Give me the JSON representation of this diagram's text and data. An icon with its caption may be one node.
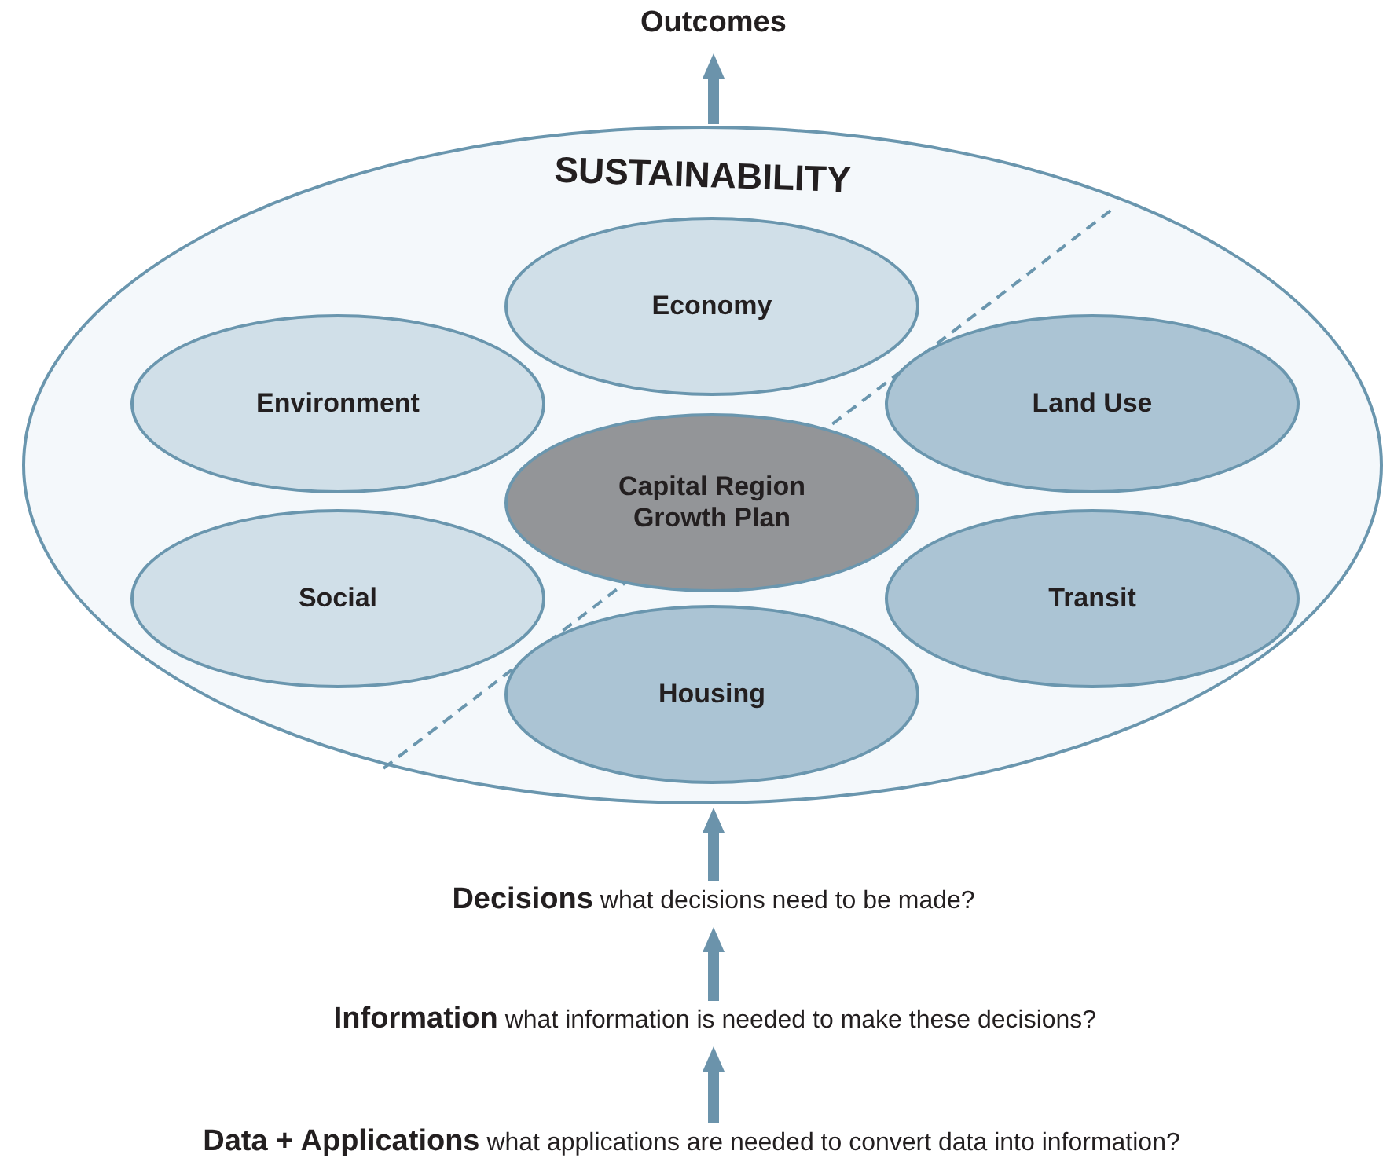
{
  "diagram": {
    "nodes": [
      {
        "text": [
          "Outcomes"
        ]
      },
      {
        "text": [
          "SUSTAINABILITY"
        ]
      },
      {
        "text": [
          "Economy"
        ],
        "in": 1
      },
      {
        "text": [
          "Environment"
        ],
        "in": 1
      },
      {
        "text": [
          "Land Use"
        ],
        "in": 1
      },
      {
        "text": [
          "Capital Region Growth Plan"
        ],
        "in": 1
      },
      {
        "text": [
          "Social"
        ],
        "in": 1
      },
      {
        "text": [
          "Transit"
        ],
        "in": 1
      },
      {
        "text": [
          "Housing"
        ],
        "in": 1
      },
      {
        "text": [
          "**Decisions** what decisions need to be made?"
        ]
      },
      {
        "text": [
          "**Information** what information is needed to make these decisions?"
        ]
      },
      {
        "text": [
          "**Data + Applications** what applications are needed to convert data into information?"
        ]
      }
    ],
    "edges": [
      {
        "from": 1,
        "to": 0,
        "arrow": "to"
      },
      {
        "from": 9,
        "to": 1,
        "arrow": "to"
      },
      {
        "from": 10,
        "to": 9,
        "arrow": "to"
      },
      {
        "from": 11,
        "to": 10,
        "arrow": "to"
      }
    ]
  }
}
